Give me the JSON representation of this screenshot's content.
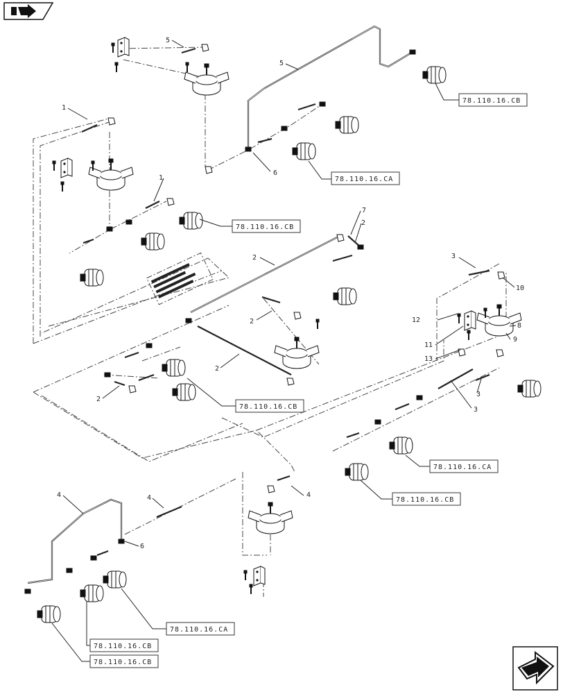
{
  "nav": {
    "prev_icon": "page-back-arrow-icon",
    "next_icon": "page-forward-arrow-icon"
  },
  "diagram": {
    "callouts": [
      {
        "id": "c1a",
        "text": "1"
      },
      {
        "id": "c1b",
        "text": "1"
      },
      {
        "id": "c2a",
        "text": "2"
      },
      {
        "id": "c2b",
        "text": "2"
      },
      {
        "id": "c2c",
        "text": "2"
      },
      {
        "id": "c2d",
        "text": "2"
      },
      {
        "id": "c2e",
        "text": "2"
      },
      {
        "id": "c3a",
        "text": "3"
      },
      {
        "id": "c3b",
        "text": "3"
      },
      {
        "id": "c3c",
        "text": "3"
      },
      {
        "id": "c4a",
        "text": "4"
      },
      {
        "id": "c4b",
        "text": "4"
      },
      {
        "id": "c4c",
        "text": "4"
      },
      {
        "id": "c5a",
        "text": "5"
      },
      {
        "id": "c5b",
        "text": "5"
      },
      {
        "id": "c6a",
        "text": "6"
      },
      {
        "id": "c6b",
        "text": "6"
      },
      {
        "id": "c7",
        "text": "7"
      },
      {
        "id": "c8",
        "text": "8"
      },
      {
        "id": "c9",
        "text": "9"
      },
      {
        "id": "c10",
        "text": "10"
      },
      {
        "id": "c11",
        "text": "11"
      },
      {
        "id": "c12",
        "text": "12"
      },
      {
        "id": "c13",
        "text": "13"
      }
    ],
    "references": [
      {
        "id": "r1",
        "text": "78.110.16.CB"
      },
      {
        "id": "r2",
        "text": "78.110.16.CA"
      },
      {
        "id": "r3",
        "text": "78.110.16.CB"
      },
      {
        "id": "r4",
        "text": "78.110.16.CB"
      },
      {
        "id": "r5",
        "text": "78.110.16.CA"
      },
      {
        "id": "r6",
        "text": "78.110.16.CB"
      },
      {
        "id": "r7",
        "text": "78.110.16.CA"
      },
      {
        "id": "r8",
        "text": "78.110.16.CB"
      },
      {
        "id": "r9",
        "text": "78.110.16.CB"
      }
    ]
  }
}
